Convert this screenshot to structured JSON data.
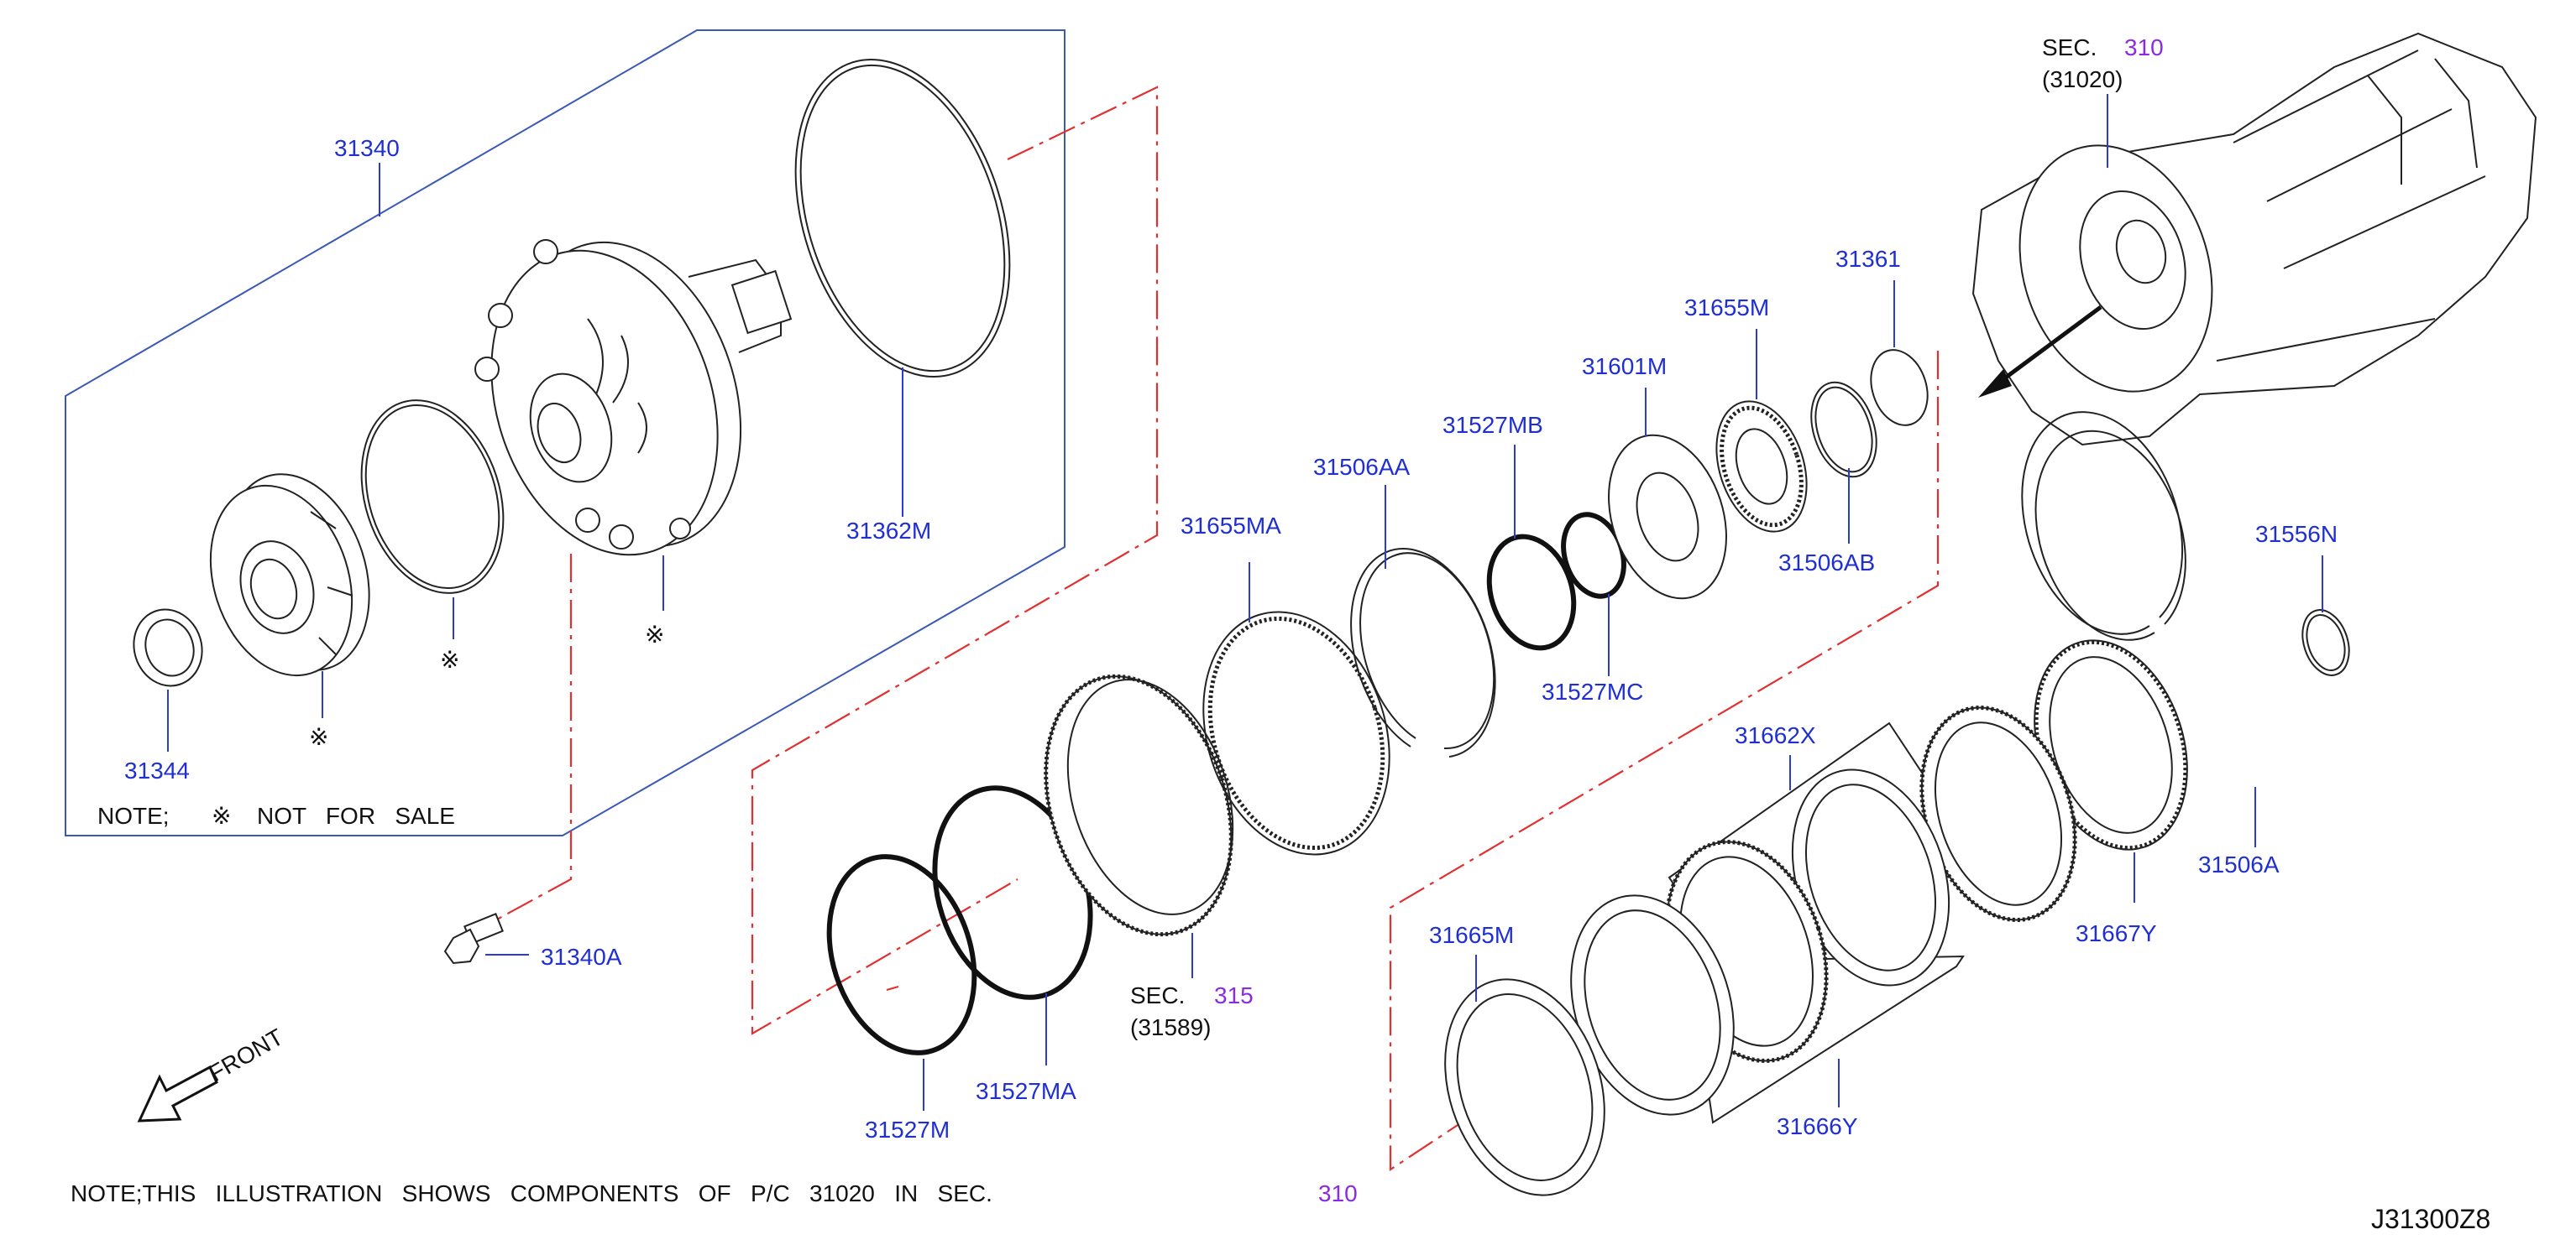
{
  "labels": {
    "p31340": "31340",
    "p31362M": "31362M",
    "p31344": "31344",
    "p31340A": "31340A",
    "p31527M": "31527M",
    "p31527MA": "31527MA",
    "p31655MA": "31655MA",
    "p31506AA": "31506AA",
    "p31527MB": "31527MB",
    "p31527MC": "31527MC",
    "p31601M": "31601M",
    "p31655M": "31655M",
    "p31506AB": "31506AB",
    "p31361": "31361",
    "p31556N": "31556N",
    "p31506A": "31506A",
    "p31667Y": "31667Y",
    "p31662X": "31662X",
    "p31666Y": "31666Y",
    "p31665M": "31665M"
  },
  "marks": {
    "kome": "※"
  },
  "notes": {
    "not_for_sale_prefix": "NOTE;",
    "not_for_sale_suffix": "NOT   FOR   SALE",
    "illustration": "NOTE;THIS   ILLUSTRATION   SHOWS   COMPONENTS   OF   P/C   31020   IN   SEC.",
    "sec_ref_310": "310"
  },
  "section_refs": {
    "sec310": {
      "prefix": "SEC.",
      "number": "310",
      "code": "(31020)"
    },
    "sec315": {
      "prefix": "SEC.",
      "number": "315",
      "code": "(31589)"
    }
  },
  "front_label": "FRONT",
  "diagram_id": "J31300Z8",
  "colors": {
    "part_number": "#1f2fd0",
    "section_number": "#8a2be2",
    "phantom_line": "#e03030",
    "group_frame": "#3a59b5"
  }
}
